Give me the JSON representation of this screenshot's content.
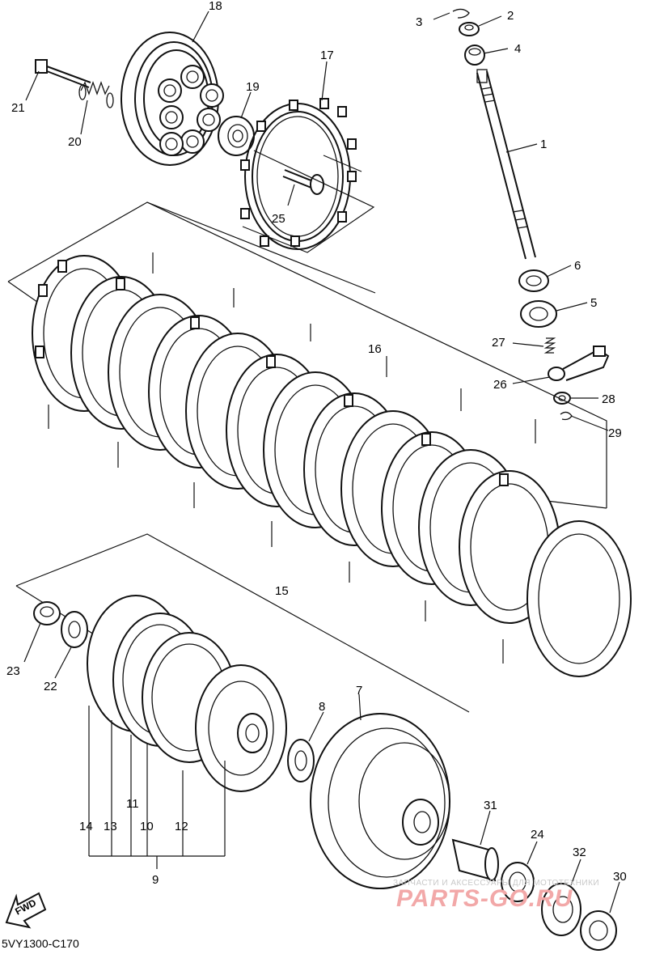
{
  "diagram": {
    "code": "5VY1300-C170",
    "fwd_label": "FWD",
    "watermark_line": "ЗАПЧАСТИ И АКСЕССУАРЫ ДЛЯ МОТОТЕХНИКИ",
    "watermark_logo": "PARTS-GO.RU",
    "callouts": {
      "c1": "1",
      "c2": "2",
      "c3": "3",
      "c4": "4",
      "c5": "5",
      "c6": "6",
      "c7": "7",
      "c8": "8",
      "c9": "9",
      "c10": "10",
      "c11": "11",
      "c12": "12",
      "c13": "13",
      "c14": "14",
      "c15": "15",
      "c16": "16",
      "c17": "17",
      "c18": "18",
      "c19": "19",
      "c20": "20",
      "c21": "21",
      "c22": "22",
      "c23": "23",
      "c24": "24",
      "c25": "25",
      "c26": "26",
      "c27": "27",
      "c28": "28",
      "c29": "29",
      "c30": "30",
      "c31": "31",
      "c32": "32"
    }
  }
}
